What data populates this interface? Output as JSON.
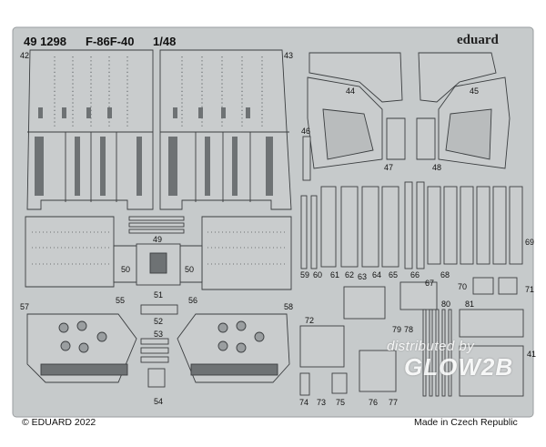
{
  "header": {
    "catalog_number": "49 1298",
    "model": "F-86F-40",
    "scale": "1/48",
    "brand": "eduard"
  },
  "footer": {
    "copyright": "© EDUARD 2022",
    "origin": "Made in Czech Republic"
  },
  "watermark": {
    "line1": "distributed by",
    "line2": "GLOW2B"
  },
  "part_numbers": {
    "p42": "42",
    "p43": "43",
    "p44": "44",
    "p45": "45",
    "p46": "46",
    "p47": "47",
    "p48": "48",
    "p49": "49",
    "p50a": "50",
    "p50b": "50",
    "p51": "51",
    "p52": "52",
    "p53": "53",
    "p54": "54",
    "p55": "55",
    "p56": "56",
    "p57": "57",
    "p58": "58",
    "p59": "59",
    "p60": "60",
    "p61": "61",
    "p62": "62",
    "p63": "63",
    "p64": "64",
    "p65": "65",
    "p66": "66",
    "p67": "67",
    "p68": "68",
    "p69": "69",
    "p70": "70",
    "p71": "71",
    "p72": "72",
    "p73": "73",
    "p74": "74",
    "p75": "75",
    "p76": "76",
    "p77": "77",
    "p78": "78",
    "p79": "79",
    "p80": "80",
    "p81": "81",
    "p41": "41"
  },
  "colors": {
    "fret": "#c6cacb",
    "part": "#c9cccd",
    "outline": "#3b3e40",
    "dark": "#6e7274"
  }
}
